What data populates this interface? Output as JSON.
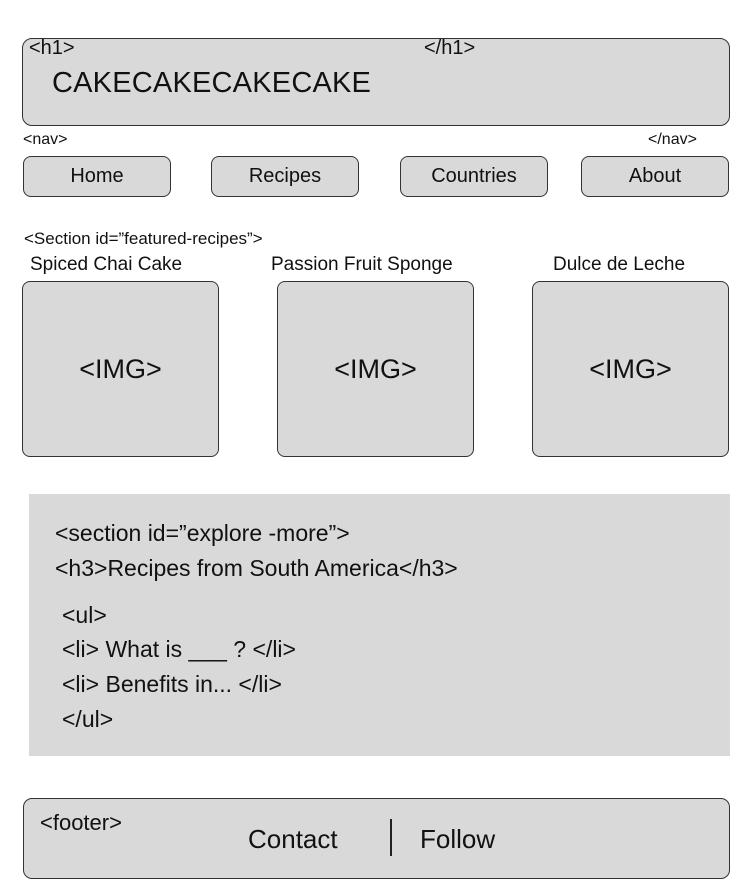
{
  "header": {
    "h1_open": "<h1>",
    "h1_close": "</h1>",
    "title": "CAKECAKECAKECAKE"
  },
  "nav": {
    "open": "<nav>",
    "close": "</nav>",
    "items": [
      {
        "label": "Home"
      },
      {
        "label": "Recipes"
      },
      {
        "label": "Countries"
      },
      {
        "label": "About"
      }
    ]
  },
  "featured": {
    "section_label": "<Section id=”featured-recipes”>",
    "cards": [
      {
        "title": "Spiced Chai Cake",
        "placeholder": "<IMG>"
      },
      {
        "title": "Passion Fruit Sponge",
        "placeholder": "<IMG>"
      },
      {
        "title": "Dulce de Leche",
        "placeholder": "<IMG>"
      }
    ]
  },
  "explore": {
    "section_tag": "<section id=”explore -more”>",
    "heading": "<h3>Recipes from South America</h3>",
    "list_open": "<ul>",
    "items": [
      "<li> What is ___ ? </li>",
      "<li> Benefits in... </li>"
    ],
    "list_close": "</ul>"
  },
  "footer": {
    "tag": "<footer>",
    "contact": "Contact",
    "follow": "Follow"
  }
}
